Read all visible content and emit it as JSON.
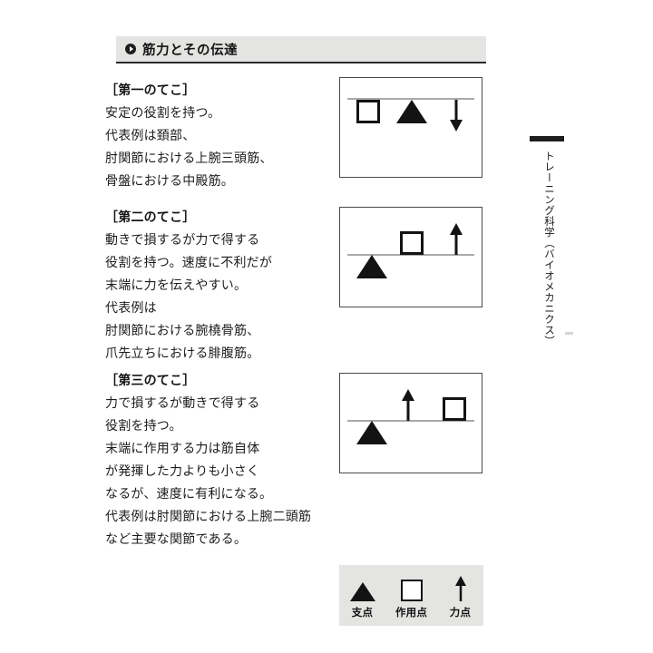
{
  "header": {
    "bullet_icon": "play-circle-icon",
    "title": "筋力とその伝達"
  },
  "side_tab": {
    "text": "トレーニング科学（バイオメカニクス）"
  },
  "sections": [
    {
      "title": "［第一のてこ］",
      "lines": [
        "安定の役割を持つ。",
        "代表例は頚部、",
        "肘関節における上腕三頭筋、",
        "骨盤における中殿筋。"
      ]
    },
    {
      "title": "［第二のてこ］",
      "lines": [
        "動きで損するが力で得する",
        "役割を持つ。速度に不利だが",
        "末端に力を伝えやすい。",
        "代表例は",
        "肘関節における腕橈骨筋、",
        "爪先立ちにおける腓腹筋。"
      ]
    },
    {
      "title": "［第三のてこ］",
      "lines": [
        "力で損するが動きで得する",
        "役割を持つ。",
        "末端に作用する力は筋自体",
        "が発揮した力よりも小さく",
        "なるが、速度に有利になる。",
        "代表例は肘関節における上腕二頭筋",
        "など主要な関節である。"
      ]
    }
  ],
  "diagrams": [
    {
      "name": "first-class-lever",
      "elements": [
        {
          "icon": "load-square-icon",
          "position": "left",
          "side": "below"
        },
        {
          "icon": "fulcrum-triangle-icon",
          "position": "center",
          "side": "below"
        },
        {
          "icon": "force-arrow-down-icon",
          "position": "right",
          "side": "below"
        }
      ]
    },
    {
      "name": "second-class-lever",
      "elements": [
        {
          "icon": "fulcrum-triangle-icon",
          "position": "left",
          "side": "below"
        },
        {
          "icon": "load-square-icon",
          "position": "center",
          "side": "above"
        },
        {
          "icon": "force-arrow-up-icon",
          "position": "right",
          "side": "above"
        }
      ]
    },
    {
      "name": "third-class-lever",
      "elements": [
        {
          "icon": "fulcrum-triangle-icon",
          "position": "left",
          "side": "below"
        },
        {
          "icon": "force-arrow-up-icon",
          "position": "center",
          "side": "above"
        },
        {
          "icon": "load-square-icon",
          "position": "right",
          "side": "above"
        }
      ]
    }
  ],
  "legend": {
    "items": [
      {
        "icon": "fulcrum-triangle-icon",
        "label": "支点"
      },
      {
        "icon": "load-square-icon",
        "label": "作用点"
      },
      {
        "icon": "force-arrow-up-icon",
        "label": "力点"
      }
    ]
  },
  "colors": {
    "header_band": "#e4e4e2",
    "ink": "#131313",
    "beam": "#a9a9a9",
    "panel_border": "#4a4a4a"
  }
}
